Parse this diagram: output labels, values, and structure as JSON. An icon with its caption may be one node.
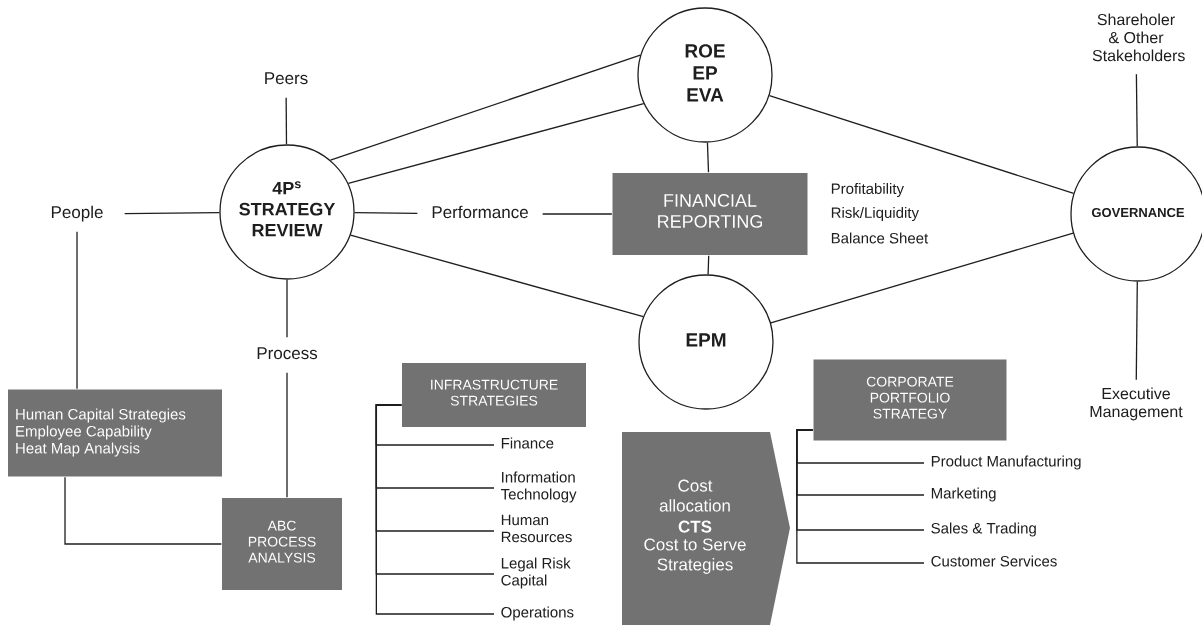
{
  "diagram": {
    "nodes": [
      {
        "text": [
          "ROE",
          "EP",
          "EVA"
        ]
      },
      {
        "text": [
          "Peers"
        ]
      },
      {
        "text": [
          "Shareholer & Other Stakeholders"
        ]
      },
      {
        "text": [
          "4P$^{s}$ STRATEGY REVIEW"
        ]
      },
      {
        "text": [
          "People"
        ]
      },
      {
        "text": [
          "Performance"
        ]
      },
      {
        "text": [
          "FINANCIAL REPORTING"
        ],
        "beside": [
          "Profitability",
          "Risk/Liquidity",
          "Balance Sheet"
        ]
      },
      {
        "text": [
          "GOVERNANCE"
        ]
      },
      {
        "text": [
          "EPM"
        ]
      },
      {
        "text": [
          "Process"
        ]
      },
      {
        "text": [
          "Human Capital Strategies",
          "Employee Capability",
          "Heat Map Analysis"
        ]
      },
      {
        "text": [
          "Executive Management"
        ]
      },
      {
        "text": [
          "INFRASTRUCTURE STRATEGIES"
        ]
      },
      {
        "text": [
          "CORPORATE PORTFOLIO STRATEGY"
        ]
      },
      {
        "text": [
          "ABC PROCESS ANALYSIS"
        ]
      },
      {
        "text": [
          "Cost allocation",
          "CTS",
          "Cost to Serve Strategies"
        ]
      },
      {
        "text": [
          "Finance"
        ]
      },
      {
        "text": [
          "Information Technology"
        ]
      },
      {
        "text": [
          "Human Resources"
        ]
      },
      {
        "text": [
          "Legal Risk Capital"
        ]
      },
      {
        "text": [
          "Operations"
        ]
      },
      {
        "text": [
          "Product Manufacturing"
        ]
      },
      {
        "text": [
          "Marketing"
        ]
      },
      {
        "text": [
          "Sales & Trading"
        ]
      },
      {
        "text": [
          "Customer Services"
        ]
      }
    ],
    "edges": [
      {
        "from": 1,
        "to": 3,
        "arrow": "none"
      },
      {
        "from": 4,
        "to": 3,
        "arrow": "none"
      },
      {
        "from": 3,
        "to": 5,
        "arrow": "none"
      },
      {
        "from": 5,
        "to": 6,
        "arrow": "none"
      },
      {
        "from": 3,
        "to": 0,
        "arrow": "none"
      },
      {
        "from": 3,
        "to": 0,
        "arrow": "none"
      },
      {
        "from": 3,
        "to": 8,
        "arrow": "none"
      },
      {
        "from": 0,
        "to": 6,
        "arrow": "none"
      },
      {
        "from": 6,
        "to": 8,
        "arrow": "none"
      },
      {
        "from": 0,
        "to": 7,
        "arrow": "none"
      },
      {
        "from": 8,
        "to": 7,
        "arrow": "none"
      },
      {
        "from": 2,
        "to": 7,
        "arrow": "none"
      },
      {
        "from": 7,
        "to": 11,
        "arrow": "none"
      },
      {
        "from": 3,
        "to": 9,
        "arrow": "none"
      },
      {
        "from": 9,
        "to": 14,
        "arrow": "none"
      },
      {
        "from": 4,
        "to": 10,
        "arrow": "none"
      },
      {
        "from": 10,
        "to": 14,
        "arrow": "none"
      },
      {
        "from": 12,
        "to": 16,
        "arrow": "none"
      },
      {
        "from": 12,
        "to": 17,
        "arrow": "none"
      },
      {
        "from": 12,
        "to": 18,
        "arrow": "none"
      },
      {
        "from": 12,
        "to": 19,
        "arrow": "none"
      },
      {
        "from": 12,
        "to": 20,
        "arrow": "none"
      },
      {
        "from": 13,
        "to": 21,
        "arrow": "none"
      },
      {
        "from": 13,
        "to": 22,
        "arrow": "none"
      },
      {
        "from": 13,
        "to": 23,
        "arrow": "none"
      },
      {
        "from": 13,
        "to": 24,
        "arrow": "none"
      }
    ]
  }
}
